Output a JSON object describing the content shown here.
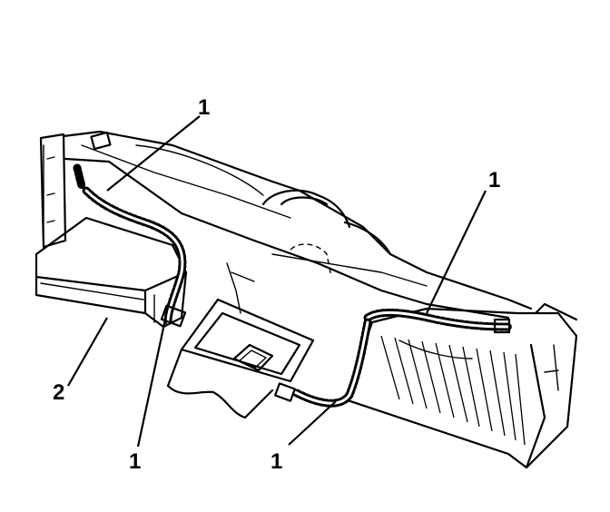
{
  "callouts": [
    {
      "label": "1"
    },
    {
      "label": "1"
    },
    {
      "label": "1"
    },
    {
      "label": "1"
    },
    {
      "label": "2"
    }
  ]
}
